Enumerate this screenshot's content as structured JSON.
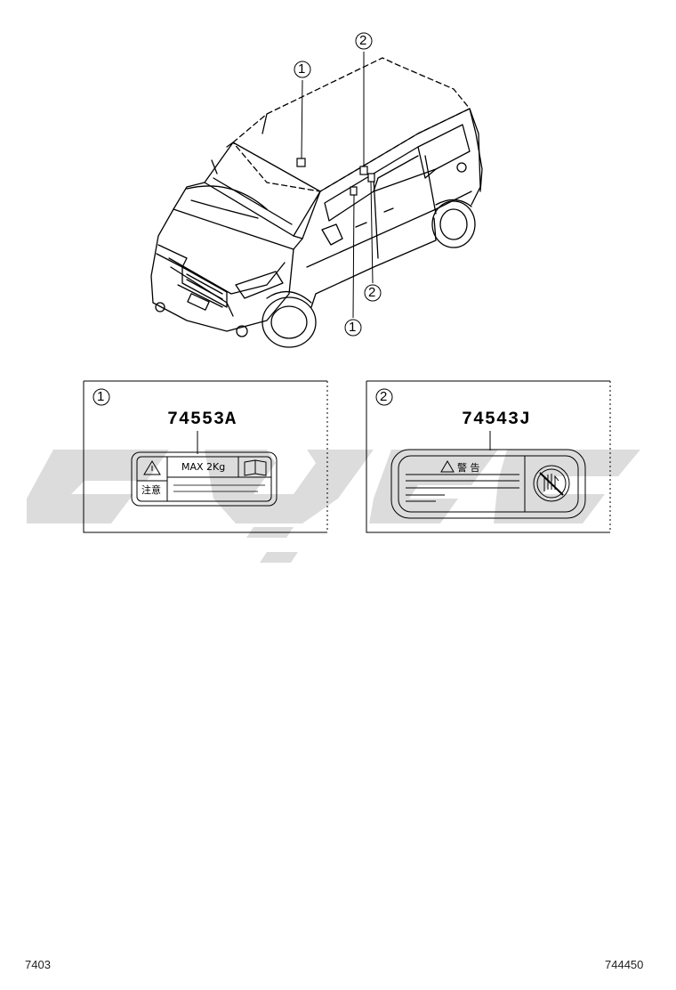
{
  "callouts": {
    "one": "1",
    "two": "2"
  },
  "panels": [
    {
      "callout": "1",
      "part_number": "74553A",
      "label": {
        "caution_text": "注意",
        "capacity_text": "MAX 2Kg",
        "icons": [
          "warning-triangle-icon",
          "manual-book-icon"
        ]
      }
    },
    {
      "callout": "2",
      "part_number": "74543J",
      "label": {
        "warning_text": "警 告",
        "icons": [
          "warning-triangle-icon",
          "no-hand-icon"
        ]
      }
    }
  ],
  "footer": {
    "left_code": "7403",
    "right_code": "744450"
  },
  "colors": {
    "line": "#000000",
    "watermark": "#d9d9d9"
  }
}
